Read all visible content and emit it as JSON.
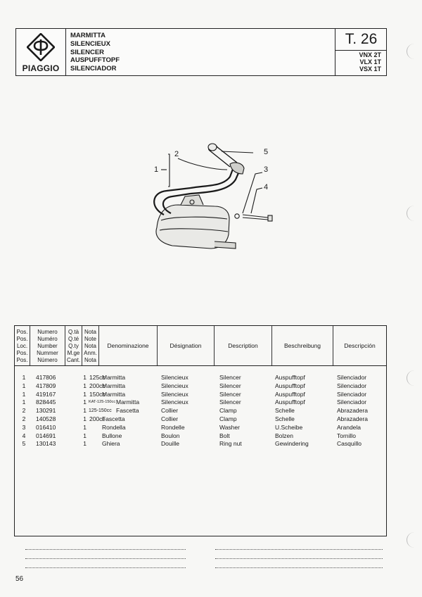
{
  "header": {
    "brand": "PIAGGIO",
    "titles": [
      "MARMITTA",
      "SILENCIEUX",
      "SILENCER",
      "AUSPUFFTOPF",
      "SILENCIADOR"
    ],
    "table_code": "T. 26",
    "models": [
      "VNX 2T",
      "VLX 1T",
      "VSX 1T"
    ]
  },
  "diagram": {
    "callouts": [
      "1",
      "2",
      "3",
      "4",
      "5"
    ]
  },
  "table": {
    "headers": {
      "pos": [
        "Pos.",
        "Pos.",
        "Loc.",
        "Pos.",
        "Pos."
      ],
      "numero": [
        "Numero",
        "Numéro",
        "Number",
        "Nummer",
        "Número"
      ],
      "qty": [
        "Q.tà",
        "Q.té",
        "Q.ty",
        "M.ge",
        "Cant."
      ],
      "nota": [
        "Nota",
        "Note",
        "Nota",
        "Anm.",
        "Nota"
      ],
      "it": "Denominazione",
      "fr": "Désignation",
      "en": "Description",
      "de": "Beschreibung",
      "es": "Descripción"
    },
    "rows": [
      {
        "pos": "1",
        "num": "417806",
        "qty": "1",
        "note": "125cc",
        "it": "Marmitta",
        "fr": "Silencieux",
        "en": "Silencer",
        "de": "Auspufftopf",
        "es": "Silenciador"
      },
      {
        "pos": "1",
        "num": "417809",
        "qty": "1",
        "note": "200cc",
        "it": "Marmitta",
        "fr": "Silencieux",
        "en": "Silencer",
        "de": "Auspufftopf",
        "es": "Silenciador"
      },
      {
        "pos": "1",
        "num": "419167",
        "qty": "1",
        "note": "150cc",
        "it": "Marmitta",
        "fr": "Silencieux",
        "en": "Silencer",
        "de": "Auspufftopf",
        "es": "Silenciador"
      },
      {
        "pos": "1",
        "num": "828445",
        "qty": "1",
        "note": "KAT-125-150cc",
        "it": "Marmitta",
        "fr": "Silencieux",
        "en": "Silencer",
        "de": "Auspufftopf",
        "es": "Silenciador"
      },
      {
        "pos": "2",
        "num": "130291",
        "qty": "1",
        "note": "125-150cc",
        "it": "Fascetta",
        "fr": "Collier",
        "en": "Clamp",
        "de": "Schelle",
        "es": "Abrazadera"
      },
      {
        "pos": "2",
        "num": "140528",
        "qty": "1",
        "note": "200cc",
        "it": "Fascetta",
        "fr": "Collier",
        "en": "Clamp",
        "de": "Schelle",
        "es": "Abrazadera"
      },
      {
        "pos": "3",
        "num": "016410",
        "qty": "1",
        "note": "",
        "it": "Rondella",
        "fr": "Rondelle",
        "en": "Washer",
        "de": "U.Scheibe",
        "es": "Arandela"
      },
      {
        "pos": "4",
        "num": "014691",
        "qty": "1",
        "note": "",
        "it": "Bullone",
        "fr": "Boulon",
        "en": "Bolt",
        "de": "Bolzen",
        "es": "Tornillo"
      },
      {
        "pos": "5",
        "num": "130143",
        "qty": "1",
        "note": "",
        "it": "Ghiera",
        "fr": "Douille",
        "en": "Ring nut",
        "de": "Gewindering",
        "es": "Casquillo"
      }
    ]
  },
  "footer": {
    "page_number": "56"
  }
}
